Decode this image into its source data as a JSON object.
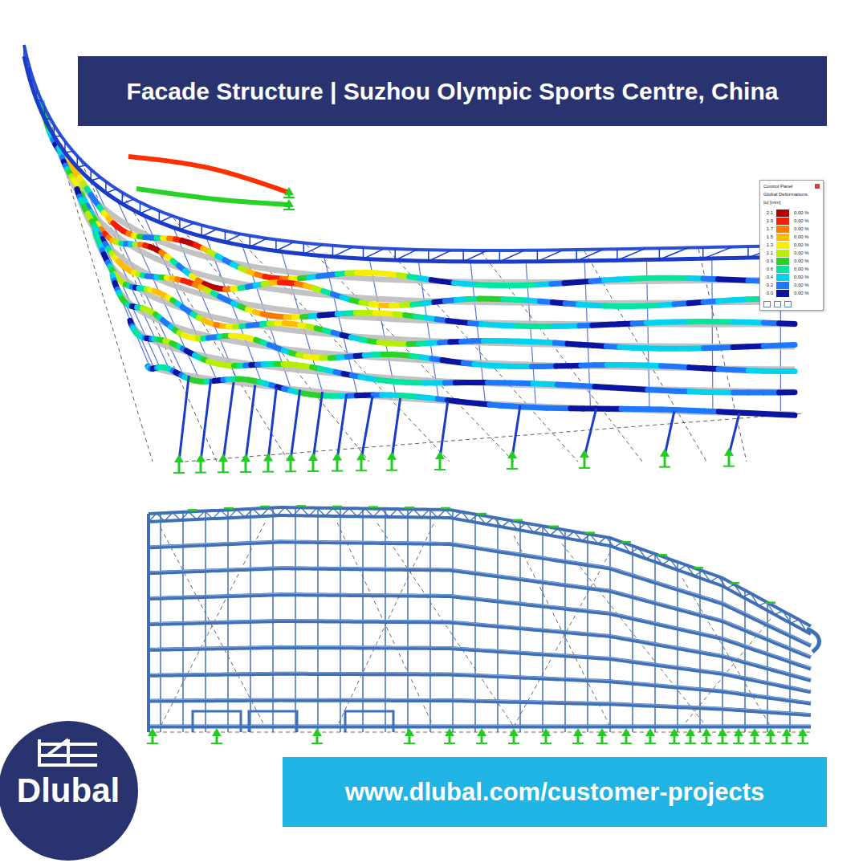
{
  "diagram": {
    "title": "Facade Structure | Suzhou Olympic Sports Centre, China",
    "nodes": [
      {
        "text": [
          "Control Panel",
          "Global Deformations",
          "|u| [mm]"
        ]
      },
      {
        "text": [
          "Dlubal"
        ]
      },
      {
        "text": [
          "www.dlubal.com/customer-projects"
        ]
      }
    ],
    "labels": [
      "0.00 %",
      "0.00 %",
      "0.00 %",
      "0.00 %",
      "0.00 %",
      "0.00 %",
      "0.00 %",
      "0.00 %",
      "0.00 %",
      "0.00 %",
      "0.00 %"
    ],
    "legend": [
      {
        "text": "2.1",
        "color": "#b40000"
      },
      {
        "text": "1.9",
        "color": "#ff1a00"
      },
      {
        "text": "1.7",
        "color": "#ff7a00"
      },
      {
        "text": "1.5",
        "color": "#ffbe00"
      },
      {
        "text": "1.3",
        "color": "#f5f000"
      },
      {
        "text": "1.1",
        "color": "#b4f000"
      },
      {
        "text": "0.9",
        "color": "#28d228"
      },
      {
        "text": "0.6",
        "color": "#00e6a0"
      },
      {
        "text": "0.4",
        "color": "#00d2f0"
      },
      {
        "text": "0.2",
        "color": "#1e78ff"
      },
      {
        "text": "0.0",
        "color": "#0a14a0"
      }
    ]
  }
}
